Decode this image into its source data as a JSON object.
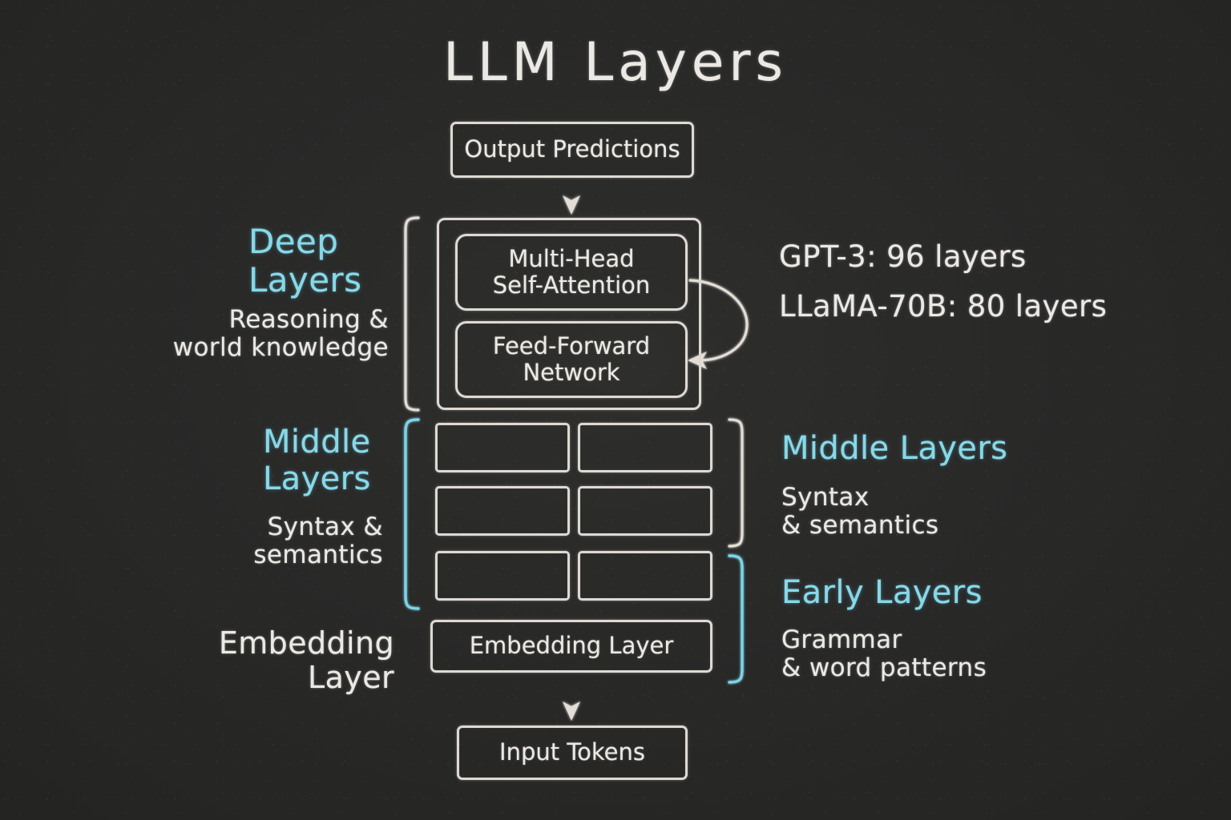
{
  "page": {
    "title": "LLM Layers",
    "background_color": "#262625",
    "chalk_color": "#ece9e4",
    "accent_color": "#86d9e9"
  },
  "flow": {
    "output_box": "Output Predictions",
    "input_box": "Input Tokens"
  },
  "stack": {
    "deep_block": {
      "attention_box": "Multi-Head\nSelf-Attention",
      "ffn_box": "Feed-Forward\nNetwork"
    },
    "middle_rows": [
      [
        "",
        ""
      ],
      [
        "",
        ""
      ]
    ],
    "early_rows": [
      [
        "",
        ""
      ]
    ],
    "embedding_box": "Embedding Layer"
  },
  "left_labels": {
    "deep": {
      "heading": "Deep\nLayers",
      "description": "Reasoning  &\nworld knowledge"
    },
    "middle": {
      "heading": "Middle\nLayers",
      "description": "Syntax &\nsemantics"
    },
    "embedding": {
      "heading": "Embedding\nLayer"
    }
  },
  "right_labels": {
    "layer_counts": [
      "GPT-3: 96 layers",
      "LLaMA-70B: 80 layers"
    ],
    "middle": {
      "heading": "Middle Layers",
      "description": "Syntax\n& semantics"
    },
    "early": {
      "heading": "Early Layers",
      "description": "Grammar\n& word patterns"
    }
  }
}
